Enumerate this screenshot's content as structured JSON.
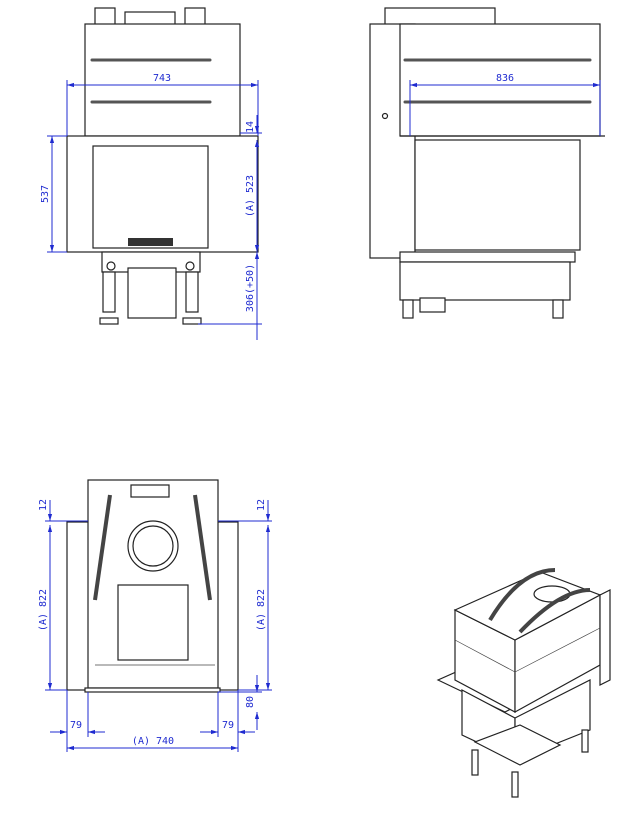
{
  "front_view": {
    "width_label": "743",
    "height_label": "537",
    "top_offset_label": "14",
    "glass_height_label": "(A) 523",
    "leg_height_label": "306(+50)"
  },
  "side_view": {
    "width_label": "836"
  },
  "top_view": {
    "left_offset_label": "12",
    "right_offset_label": "12",
    "left_depth_label": "(A) 822",
    "right_depth_label": "(A) 822",
    "bottom_offset_label": "80",
    "left_margin_label": "79",
    "right_margin_label": "79",
    "width_label": "(A) 740"
  },
  "colors": {
    "dimension": "#1f2bd0",
    "line": "#222222"
  }
}
